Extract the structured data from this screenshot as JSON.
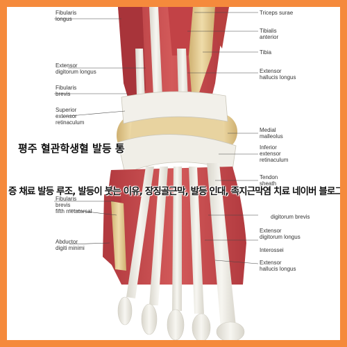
{
  "labels_left": [
    {
      "id": "fibularis-longus",
      "lines": [
        "Fibularis",
        "longus"
      ]
    },
    {
      "id": "extensor-digitorum-longus",
      "lines": [
        "Extensor",
        "digitorum longus"
      ]
    },
    {
      "id": "fibularis-brevis",
      "lines": [
        "Fibularis",
        "brevis"
      ]
    },
    {
      "id": "superior-extensor-retinaculum",
      "lines": [
        "Superior",
        "extensor",
        "retinaculum"
      ]
    },
    {
      "id": "fibularis-brevis-lower",
      "lines": [
        "Fibularis",
        "brevis"
      ]
    },
    {
      "id": "fifth-metatarsal",
      "lines": [
        "fifth metatarsal"
      ]
    },
    {
      "id": "abductor-digiti-minimi",
      "lines": [
        "Abductor",
        "digiti minimi"
      ]
    }
  ],
  "labels_right": [
    {
      "id": "triceps-surae",
      "lines": [
        "Triceps surae"
      ]
    },
    {
      "id": "tibialis-anterior",
      "lines": [
        "Tibialis",
        "anterior"
      ]
    },
    {
      "id": "tibia",
      "lines": [
        "Tibia"
      ]
    },
    {
      "id": "extensor-hallucis-longus",
      "lines": [
        "Extensor",
        "hallucis longus"
      ]
    },
    {
      "id": "medial-malleolus",
      "lines": [
        "Medial",
        "malleolus"
      ]
    },
    {
      "id": "inferior-extensor-retinaculum",
      "lines": [
        "Inferior",
        "extensor",
        "retinaculum"
      ]
    },
    {
      "id": "tendon-sheath",
      "lines": [
        "Tendon",
        "sheath"
      ]
    },
    {
      "id": "digitorum-brevis",
      "lines": [
        "digitorum brevis"
      ]
    },
    {
      "id": "extensor-digitorum-longus-lower",
      "lines": [
        "Extensor",
        "digitorum longus"
      ]
    },
    {
      "id": "interossei",
      "lines": [
        "Interossei"
      ]
    },
    {
      "id": "extensor-hallucis-longus-lower",
      "lines": [
        "Extensor",
        "hallucis longus"
      ]
    }
  ],
  "overlay": {
    "line1": "평주 혈관학생혈 발등 통",
    "line2": "증 채료 발등 루조, 발등이 붓는 이유, 장징골근막, 발등 인대, 족지근막염 치료 네이버 블로그"
  },
  "colors": {
    "border": "#f58a3c",
    "muscle": "#c8474a",
    "tendon": "#eeece6",
    "bone": "#e2c98c"
  }
}
